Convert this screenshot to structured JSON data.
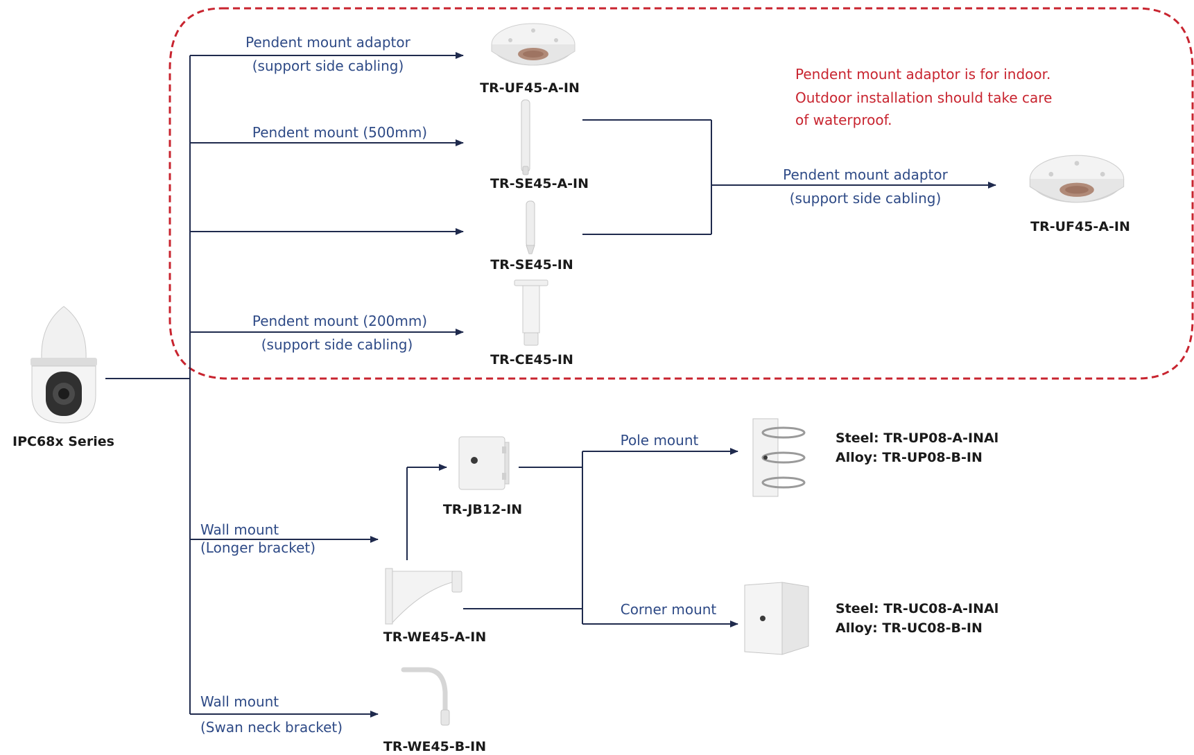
{
  "camera": {
    "name": "IPC68x Series",
    "icon": "ptz-camera-icon"
  },
  "indoor_group": {
    "border_color": "#c8242f",
    "note": [
      "Pendent  mount adaptor is for indoor.",
      "Outdoor installation should take care",
      "of waterproof."
    ]
  },
  "colors": {
    "label": "#2e4a86",
    "line": "#1f2a4d",
    "note": "#c8242f",
    "code": "#1a1a1a"
  },
  "items": {
    "uf45_top": {
      "label": [
        "Pendent mount adaptor",
        "(support side cabling)"
      ],
      "code": "TR-UF45-A-IN",
      "icon": "ceiling-adaptor-icon"
    },
    "se45a": {
      "label": [
        "Pendent mount (500mm)"
      ],
      "code": "TR-SE45-A-IN",
      "icon": "extension-pole-long-icon"
    },
    "se45": {
      "label": [],
      "code": "TR-SE45-IN",
      "icon": "extension-pole-short-icon"
    },
    "ce45": {
      "label": [
        "Pendent mount (200mm)",
        "(support side cabling)"
      ],
      "code": "TR-CE45-IN",
      "icon": "pendent-mount-icon"
    },
    "uf45_right": {
      "label": [
        "Pendent mount adaptor",
        "(support side cabling)"
      ],
      "code": "TR-UF45-A-IN",
      "icon": "ceiling-adaptor-icon"
    },
    "jb12": {
      "code": "TR-JB12-IN",
      "icon": "junction-box-icon"
    },
    "we45a": {
      "label": [
        "Wall mount",
        "(Longer bracket)"
      ],
      "code": "TR-WE45-A-IN",
      "icon": "wall-bracket-icon"
    },
    "we45b": {
      "label": [
        "Wall mount",
        "(Swan neck bracket)"
      ],
      "code": "TR-WE45-B-IN",
      "icon": "swan-neck-bracket-icon"
    },
    "pole": {
      "label": "Pole mount",
      "specs": [
        "Steel: TR-UP08-A-INAl",
        "Alloy: TR-UP08-B-IN"
      ],
      "icon": "pole-mount-icon"
    },
    "corner": {
      "label": "Corner mount",
      "specs": [
        "Steel: TR-UC08-A-INAl",
        "Alloy:  TR-UC08-B-IN"
      ],
      "icon": "corner-mount-icon"
    }
  }
}
